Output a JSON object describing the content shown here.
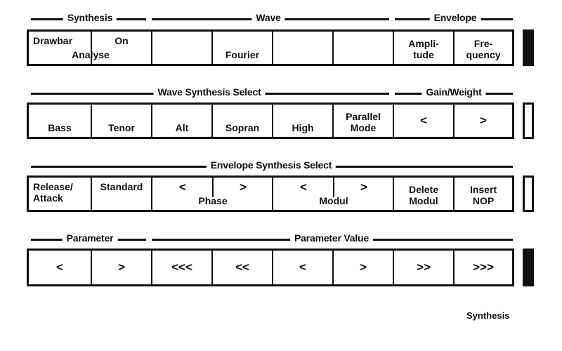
{
  "headers": {
    "row1": [
      "Synthesis",
      "Wave",
      "Envelope"
    ],
    "row2": [
      "Wave Synthesis Select",
      "Gain/Weight"
    ],
    "row3": [
      "Envelope Synthesis Select"
    ],
    "row4": [
      "Parameter",
      "Parameter Value"
    ]
  },
  "row1": {
    "drawbar": "Drawbar",
    "on": "On",
    "analyse": "Analyse",
    "fourier": "Fourier",
    "amplitude": "Ampli-\ntude",
    "frequency": "Fre-\nquency"
  },
  "row2": {
    "bass": "Bass",
    "tenor": "Tenor",
    "alt": "Alt",
    "sopran": "Sopran",
    "high": "High",
    "parallel_mode": "Parallel\nMode",
    "gain_less": "<",
    "gain_more": ">"
  },
  "row3": {
    "release_attack": "Release/\nAttack",
    "standard": "Standard",
    "phase_left": "<",
    "phase_right": ">",
    "phase": "Phase",
    "modul_left": "<",
    "modul_right": ">",
    "modul": "Modul",
    "delete_modul": "Delete\nModul",
    "insert_nop": "Insert\nNOP"
  },
  "row4": {
    "param_prev": "<",
    "param_next": ">",
    "value_prev3": "<<<",
    "value_prev2": "<<",
    "value_prev1": "<",
    "value_next1": ">",
    "value_next2": ">>",
    "value_next3": ">>>"
  },
  "indicators": {
    "row1_on": true,
    "row2_on": false,
    "row3_on": false,
    "row4_on": true
  },
  "footer": "Synthesis"
}
